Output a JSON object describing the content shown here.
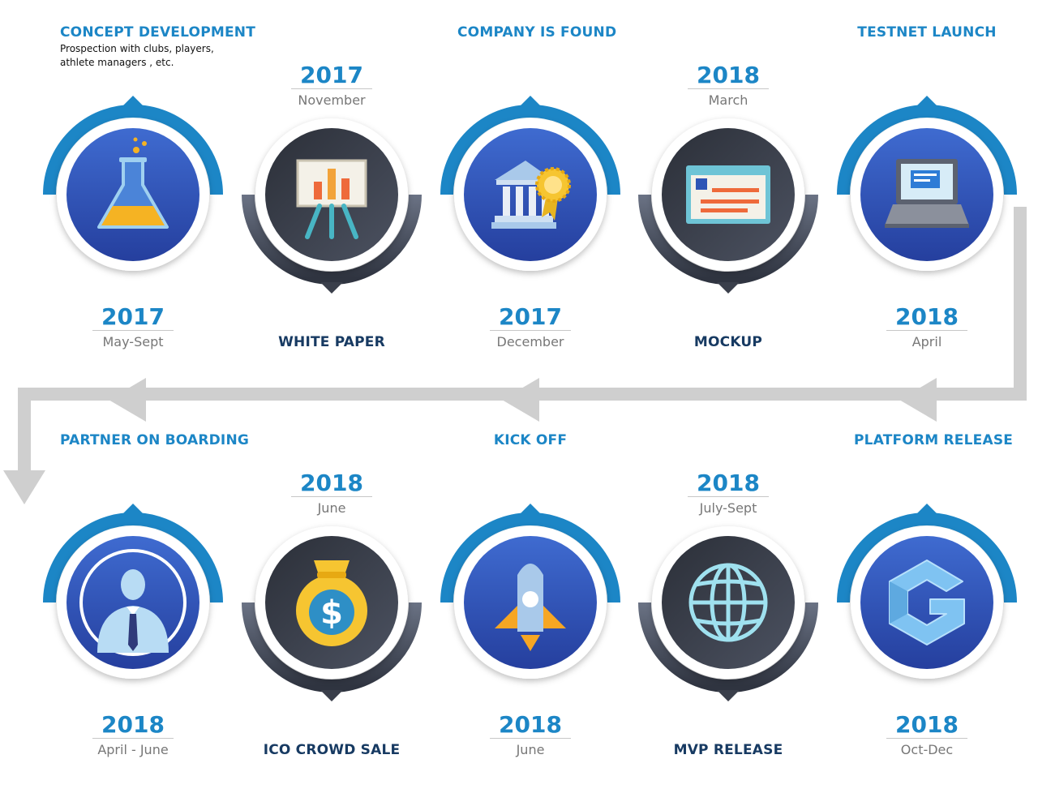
{
  "colors": {
    "blue_accent": "#1c86c6",
    "blue_circle": "#2e55b6",
    "dark_circle": "#3d4350",
    "arrow_gray": "#cfcfcf",
    "title_dark": "#173a62"
  },
  "rows": [
    {
      "milestones": [
        {
          "title": "CONCEPT DEVELOPMENT",
          "description": "Prospection with clubs, players, athlete managers , etc.",
          "year": "2017",
          "date": "May-Sept",
          "icon": "flask-icon",
          "style": "blue"
        },
        {
          "title": "WHITE PAPER",
          "year": "2017",
          "date": "November",
          "icon": "presentation-board-icon",
          "style": "dark"
        },
        {
          "title": "COMPANY IS FOUND",
          "year": "2017",
          "date": "December",
          "icon": "bank-award-icon",
          "style": "blue"
        },
        {
          "title": "MOCKUP",
          "year": "2018",
          "date": "March",
          "icon": "browser-window-icon",
          "style": "dark"
        },
        {
          "title": "TESTNET LAUNCH",
          "year": "2018",
          "date": "April",
          "icon": "laptop-icon",
          "style": "blue"
        }
      ]
    },
    {
      "milestones": [
        {
          "title": "PARTNER ON BOARDING",
          "year": "2018",
          "date": "April - June",
          "icon": "businessman-icon",
          "style": "blue"
        },
        {
          "title": "ICO CROWD SALE",
          "year": "2018",
          "date": "June",
          "icon": "money-bag-icon",
          "style": "dark"
        },
        {
          "title": "KICK OFF",
          "year": "2018",
          "date": "June",
          "icon": "rocket-icon",
          "style": "blue"
        },
        {
          "title": "MVP RELEASE",
          "year": "2018",
          "date": "July-Sept",
          "icon": "globe-icon",
          "style": "dark"
        },
        {
          "title": "PLATFORM RELEASE",
          "year": "2018",
          "date": "Oct-Dec",
          "icon": "hexagon-logo-icon",
          "style": "blue"
        }
      ]
    }
  ]
}
